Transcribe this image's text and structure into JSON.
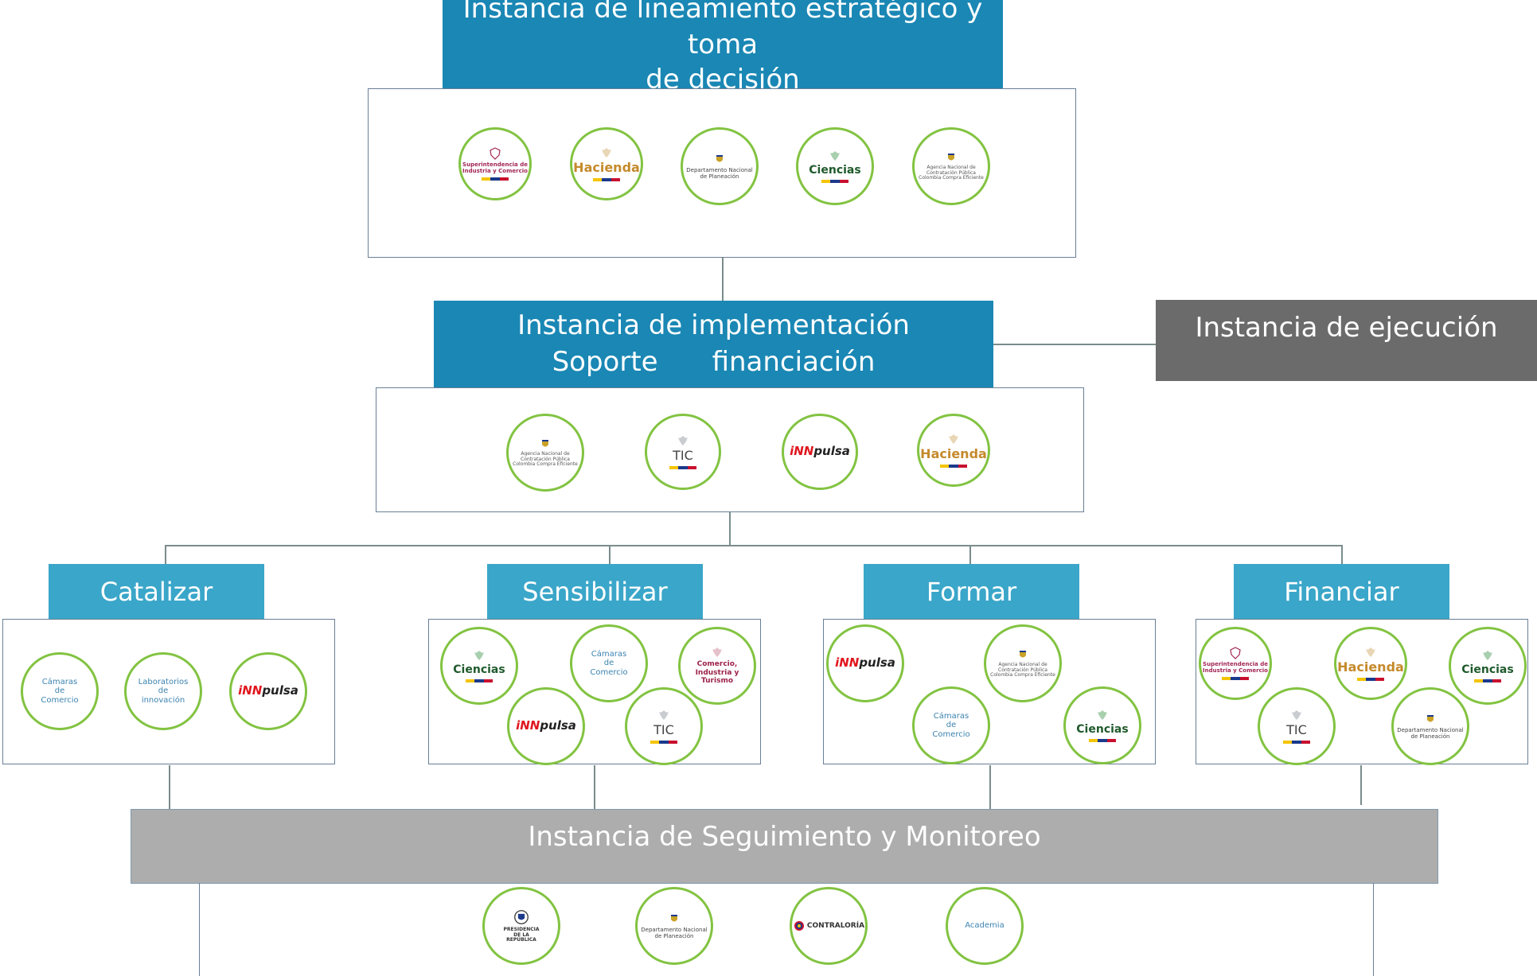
{
  "headers": {
    "strategic_line1": "Instancia de lineamiento estratégico y toma",
    "strategic_line2": "de decisión",
    "impl_line1": "Instancia de implementación",
    "impl_line2_a": "Soporte",
    "impl_line2_b": "financiación",
    "execution": "Instancia de ejecución",
    "catalizar": "Catalizar",
    "sensibilizar": "Sensibilizar",
    "formar": "Formar",
    "financiar": "Financiar",
    "monitoring": "Instancia de Seguimiento y Monitoreo"
  },
  "logos": {
    "sic": "Superintendencia de Industria y Comercio",
    "hacienda": "Hacienda",
    "dnp": "Departamento Nacional de Planeación",
    "ciencias": "Ciencias",
    "ccompra": "Agencia Nacional de Contratación Pública Colombia Compra Eficiente",
    "tic": "TIC",
    "innpulsa_a": "iNN",
    "innpulsa_b": "pulsa",
    "camaras": "Cámaras de Comercio",
    "laboratorios": "Laboratorios de innovación",
    "comercio": "Comercio, Industria y Turismo",
    "presidencia": "PRESIDENCIA DE LA REPÚBLICA",
    "contraloria": "CONTRALORÍA",
    "academia": "Academia"
  },
  "colors": {
    "header_dark_blue": "#1a87b4",
    "header_light_blue": "#3aa6c9",
    "execution_gray": "#6b6b6b",
    "monitoring_gray": "#adadad",
    "logo_ring_green": "#82c341"
  }
}
